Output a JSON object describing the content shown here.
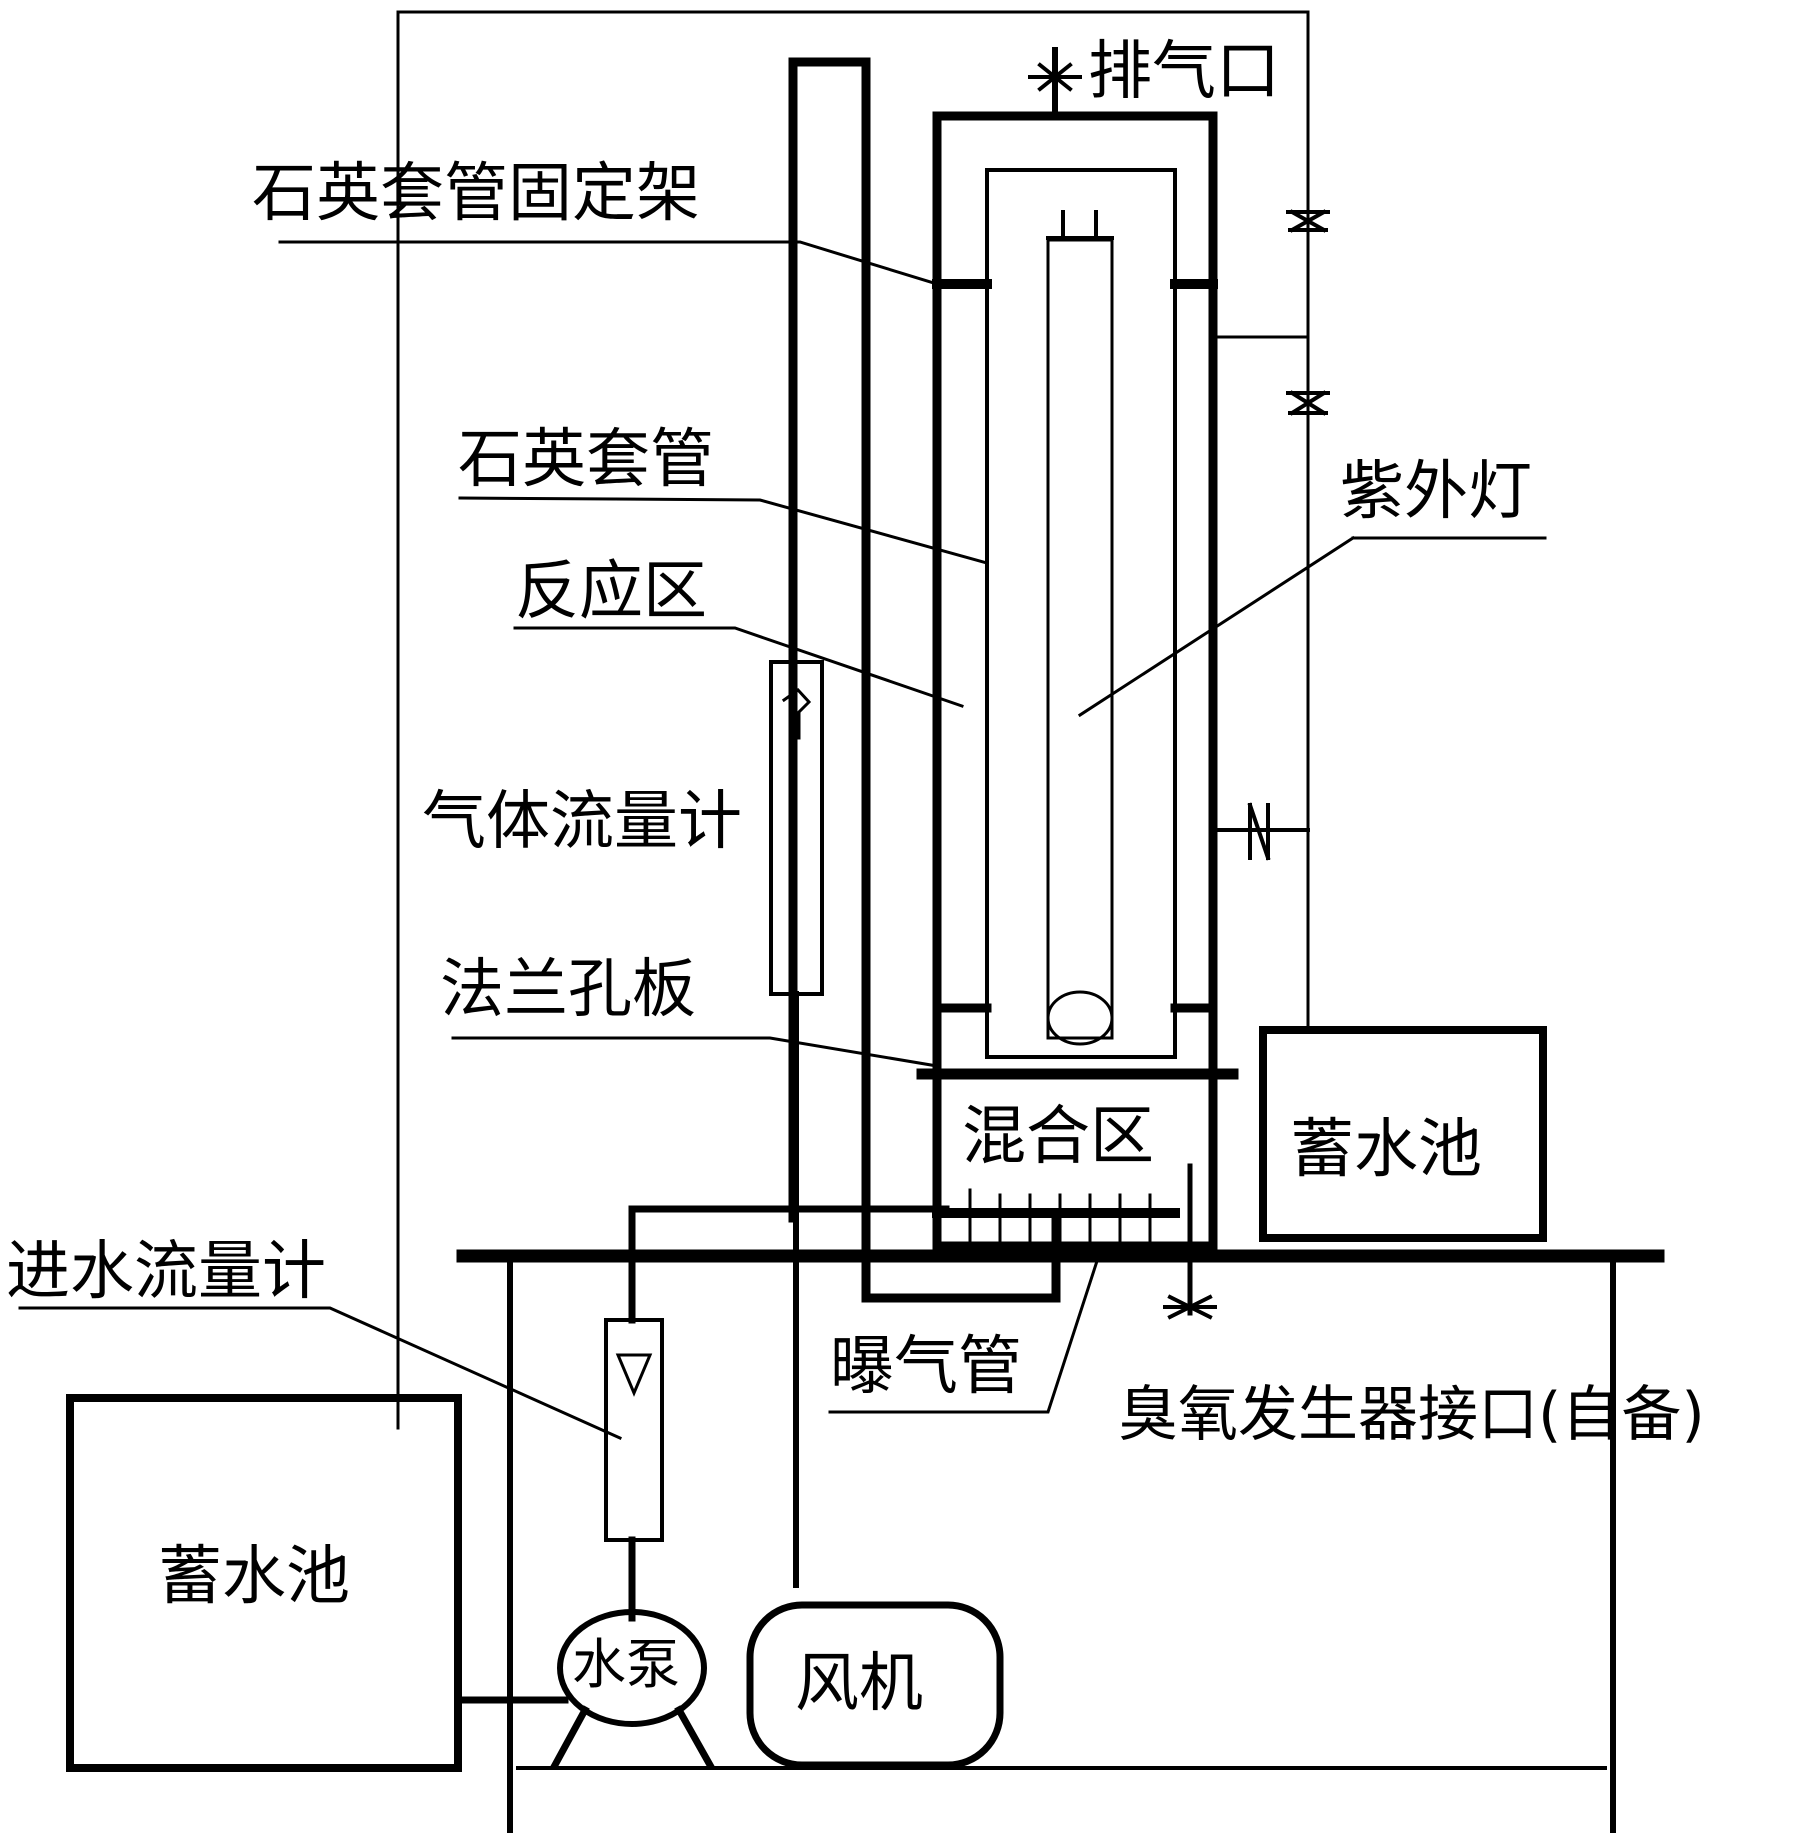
{
  "labels": {
    "exhaust_port": "排气口",
    "quartz_sleeve_holder": "石英套管固定架",
    "quartz_sleeve": "石英套管",
    "uv_lamp": "紫外灯",
    "reaction_zone": "反应区",
    "gas_flowmeter": "气体流量计",
    "flange_orifice_plate": "法兰孔板",
    "mixing_zone": "混合区",
    "reservoir_right": "蓄水池",
    "inlet_water_flowmeter": "进水流量计",
    "aeration_pipe": "曝气管",
    "ozone_generator_port": "臭氧发生器接口(自备)",
    "reservoir_left": "蓄水池",
    "water_pump": "水泵",
    "blower": "风机"
  },
  "colors": {
    "line": "#000000",
    "background": "#ffffff"
  }
}
